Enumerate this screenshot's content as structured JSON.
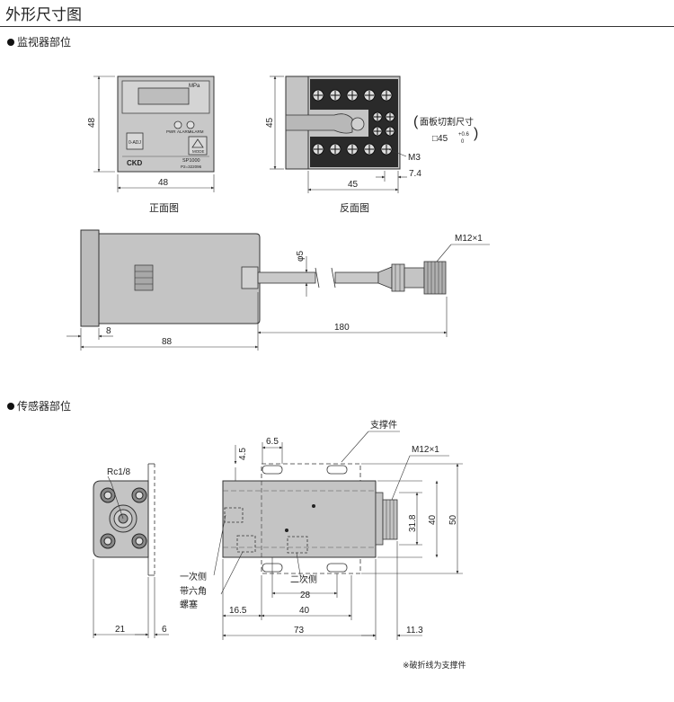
{
  "page": {
    "title": "外形尺寸图"
  },
  "sections": {
    "monitor": "监视器部位",
    "sensor": "传感器部位"
  },
  "monitor": {
    "front_view": {
      "caption": "正面图",
      "unit_label": "MPa",
      "led_labels": [
        "PWR",
        "ALARM",
        "ALARM"
      ],
      "button_label": "0-ADJ",
      "mode_label": "MODE",
      "brand": "CKD",
      "model": "SP1000",
      "model_sub": "P2=322096",
      "dim_width": "48",
      "dim_height": "48"
    },
    "rear_view": {
      "caption": "反面图",
      "dim_height": "45",
      "dim_width": "45",
      "dim_gap": "7.4",
      "screw": "M3",
      "panel_cutout_label": "面板切割尺寸",
      "panel_cutout_value": "□45",
      "tol_upper": "+0.6",
      "tol_lower": "0"
    },
    "side_view": {
      "cable_dia": "φ5",
      "connector": "M12×1",
      "dim_front": "8",
      "dim_length": "88",
      "dim_cable": "180"
    }
  },
  "sensor": {
    "port_left": "Rc1/8",
    "support_label": "支撑件",
    "connector": "M12×1",
    "primary_label": "一次侧",
    "plug_label_1": "带六角",
    "plug_label_2": "螺塞",
    "secondary_label": "二次侧",
    "dims": {
      "top_45": "4.5",
      "top_65": "6.5",
      "height_318": "31.8",
      "height_40": "40",
      "height_50": "50",
      "mid_28": "28",
      "mid_40": "40",
      "left_165": "16.5",
      "total_73": "73",
      "right_113": "11.3",
      "side_21": "21",
      "side_6": "6"
    },
    "note": "※破折线为支撑件"
  },
  "colors": {
    "body_fill": "#c4c4c4",
    "line": "#333333",
    "dark": "#222222"
  }
}
